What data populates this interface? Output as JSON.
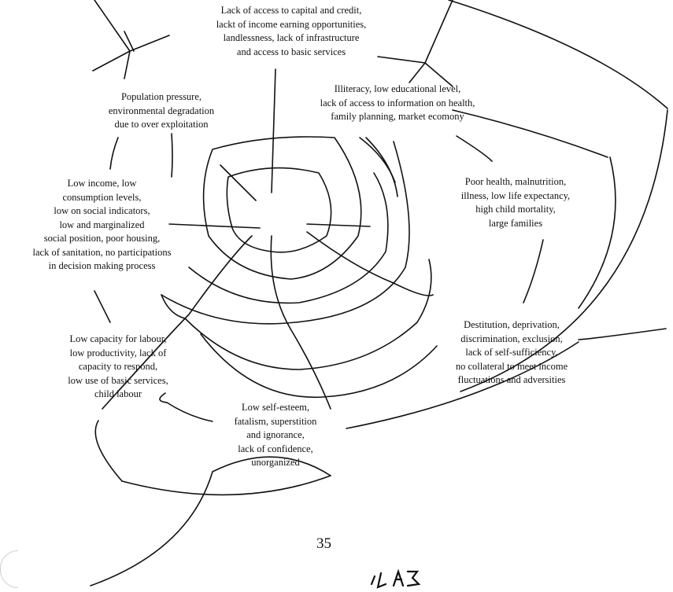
{
  "diagram": {
    "nodes": [
      {
        "id": "capital",
        "lines": [
          "Lack of access to capital and credit,",
          "lackt of income earning opportunities,",
          "landlessness, lack of infrastructure",
          "and access to basic services"
        ]
      },
      {
        "id": "population",
        "lines": [
          "Population pressure,",
          "environmental degradation",
          "due to over exploitation"
        ]
      },
      {
        "id": "illiteracy",
        "lines": [
          "Illiteracy, low educational level,",
          "lack of access to information on health,",
          "family planning, market ecomony"
        ]
      },
      {
        "id": "low-income",
        "lines": [
          "Low income, low",
          "consumption levels,",
          "low on social indicators,",
          "low and marginalized",
          "social position, poor housing,",
          "lack of sanitation, no participations",
          "in decision making process"
        ]
      },
      {
        "id": "poor-health",
        "lines": [
          "Poor health, malnutrition,",
          "illness, low life expectancy,",
          "high child mortality,",
          "large families"
        ]
      },
      {
        "id": "low-capacity",
        "lines": [
          "Low capacity for labour,",
          "low productivity, lack of",
          "capacity to respond,",
          "low use of basic services,",
          "child labour"
        ]
      },
      {
        "id": "destitution",
        "lines": [
          "Destitution, deprivation,",
          "discrimination, exclusion,",
          "lack of self-sufficiency,",
          "no collateral to meet income",
          "fluctuations and adversities"
        ]
      },
      {
        "id": "self-esteem",
        "lines": [
          "Low self-esteem,",
          "fatalism, superstition",
          "and ignorance,",
          "lack of confidence,",
          "unorganized"
        ]
      }
    ]
  },
  "page_number": "35"
}
